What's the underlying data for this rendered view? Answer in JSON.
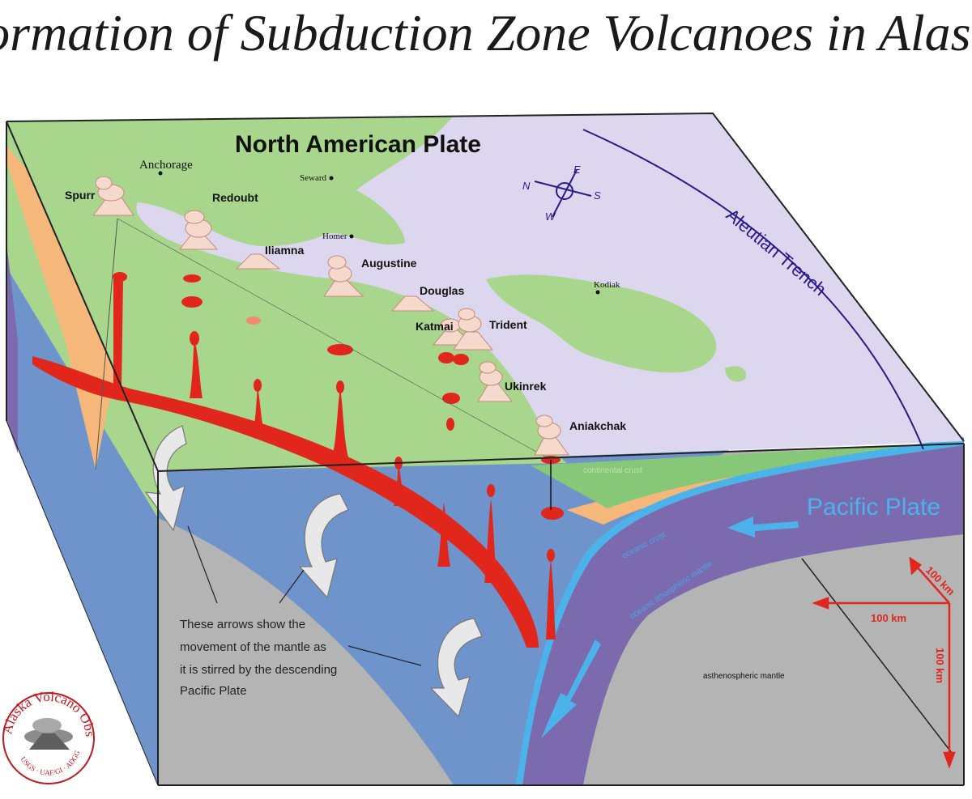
{
  "title": "Formation of Subduction Zone Volcanoes in Alaska",
  "plates": {
    "north_american": "North American Plate",
    "pacific": "Pacific Plate"
  },
  "trench": "Aleutian Trench",
  "volcanoes": [
    "Spurr",
    "Redoubt",
    "Iliamna",
    "Augustine",
    "Douglas",
    "Katmai",
    "Trident",
    "Ukinrek",
    "Aniakchak"
  ],
  "towns": [
    "Anchorage",
    "Seward",
    "Homer",
    "Kodiak"
  ],
  "compass": {
    "n": "N",
    "e": "E",
    "s": "S",
    "w": "W"
  },
  "layers": {
    "continental_crust": "continental crust",
    "oceanic_crust": "oceanic crust",
    "oceanic_lithospheric_mantle": "oceanic lithospheric mantle",
    "asthenospheric_mantle": "asthenospheric mantle"
  },
  "annotation": [
    "These arrows show the",
    "movement of the mantle as",
    "it is stirred by the descending",
    "Pacific Plate"
  ],
  "scale": {
    "depth": "100 km",
    "east": "100 km",
    "north": "100 km"
  },
  "logo": {
    "name": "Alaska Volcano Observatory",
    "agencies": "USGS · UAF/GI · ADGGS"
  },
  "colors": {
    "land": "#a8d68c",
    "sea": "#dcd6ee",
    "continental_crust": "#f5b77a",
    "mantle_wedge": "#6f94cc",
    "slab": "#7b6aad",
    "asthenosphere": "#b4b4b4",
    "magma": "#e1261c",
    "arrow_blue": "#4cb2ea",
    "trench_line": "#2a1a8a"
  }
}
